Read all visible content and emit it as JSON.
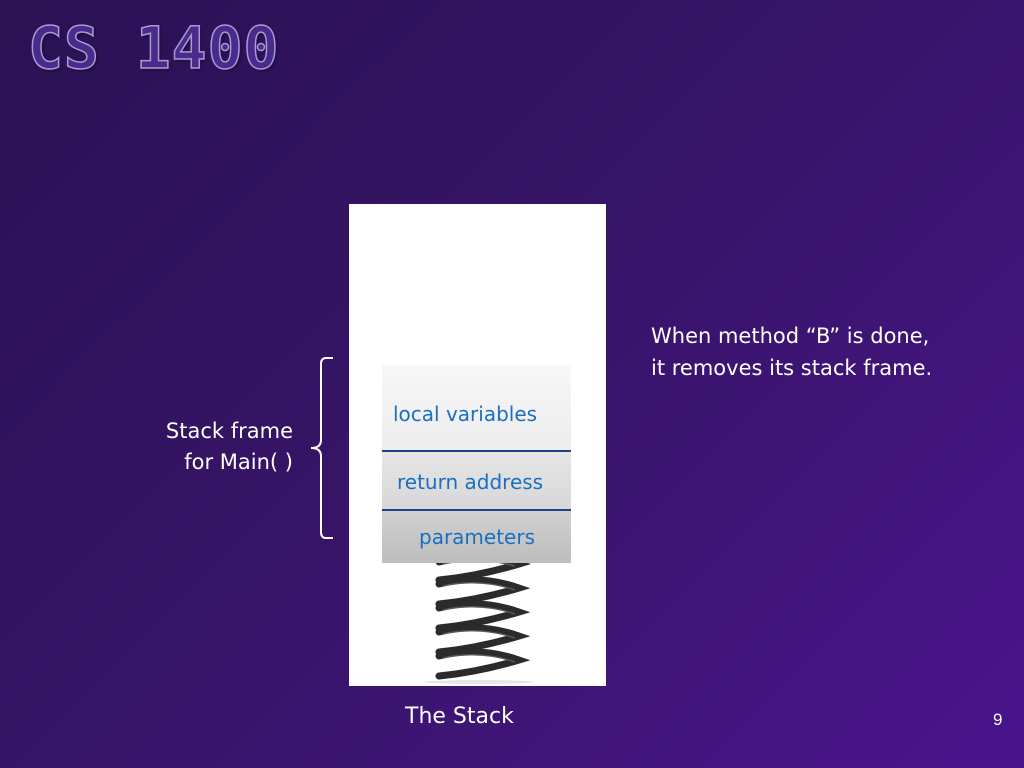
{
  "slide": {
    "title": "CS 1400",
    "number": "9",
    "background_colors": [
      "#2a1254",
      "#4a148c"
    ]
  },
  "stack": {
    "caption": "The Stack",
    "frame_label_line1": "Stack frame",
    "frame_label_line2": "for Main( )",
    "blocks": [
      {
        "label": "local variables"
      },
      {
        "label": "return address"
      },
      {
        "label": "parameters"
      }
    ],
    "block_text_color": "#1a6fc0",
    "divider_color": "#1f3f8a"
  },
  "explanation": {
    "line1": "When method “B” is done,",
    "line2": "it removes its stack frame."
  }
}
